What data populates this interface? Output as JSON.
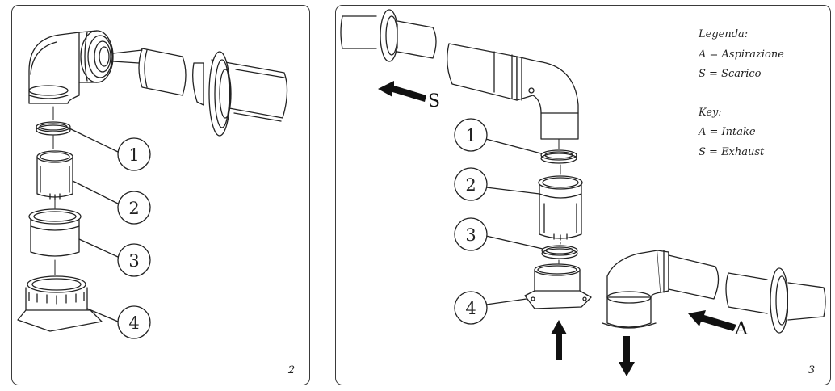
{
  "left_panel": {
    "callouts": [
      "1",
      "2",
      "3",
      "4"
    ],
    "page_number": "2"
  },
  "right_panel": {
    "callouts": [
      "1",
      "2",
      "3",
      "4"
    ],
    "page_number": "3",
    "legend": {
      "it_title": "Legenda:",
      "it_a": "A = Aspirazione",
      "it_s": "S = Scarico",
      "en_title": "Key:",
      "en_a": "A = Intake",
      "en_s": "S = Exhaust"
    },
    "arrow_s": "S",
    "arrow_a": "A"
  }
}
